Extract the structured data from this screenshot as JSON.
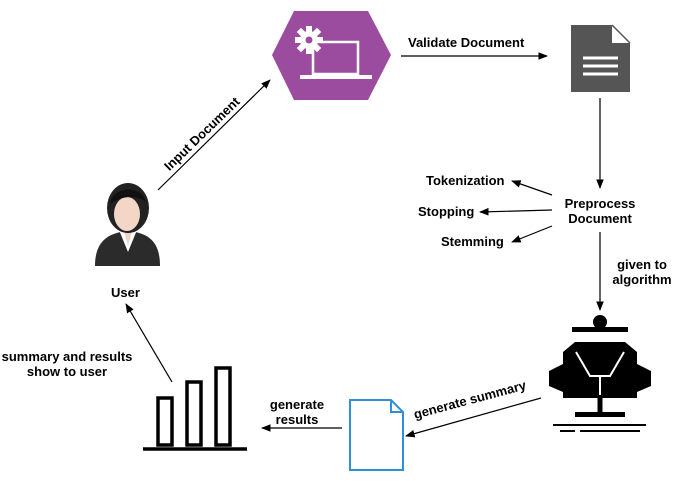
{
  "labels": {
    "input_document": "Input Document",
    "validate_document": "Validate Document",
    "tokenization": "Tokenization",
    "stopping": "Stopping",
    "stemming": "Stemming",
    "preprocess_line1": "Preprocess",
    "preprocess_line2": "Document",
    "given_to_line1": "given to",
    "given_to_line2": "algorithm",
    "generate_summary": "generate summary",
    "generate_results_line1": "generate",
    "generate_results_line2": "results",
    "summary_results_line1": "summary and results",
    "summary_results_line2": "show to user",
    "user": "User"
  },
  "icons": {
    "processor": "laptop-gear-hexagon-icon",
    "document": "document-icon",
    "algorithm": "algorithm-robot-icon",
    "result_file": "result-file-icon",
    "bar_chart": "bar-chart-icon",
    "user": "user-avatar-icon"
  },
  "colors": {
    "hexagon": "#9c4c9e",
    "document_gray": "#555555",
    "file_outline_blue": "#2f8fdb",
    "ink": "#000000"
  }
}
